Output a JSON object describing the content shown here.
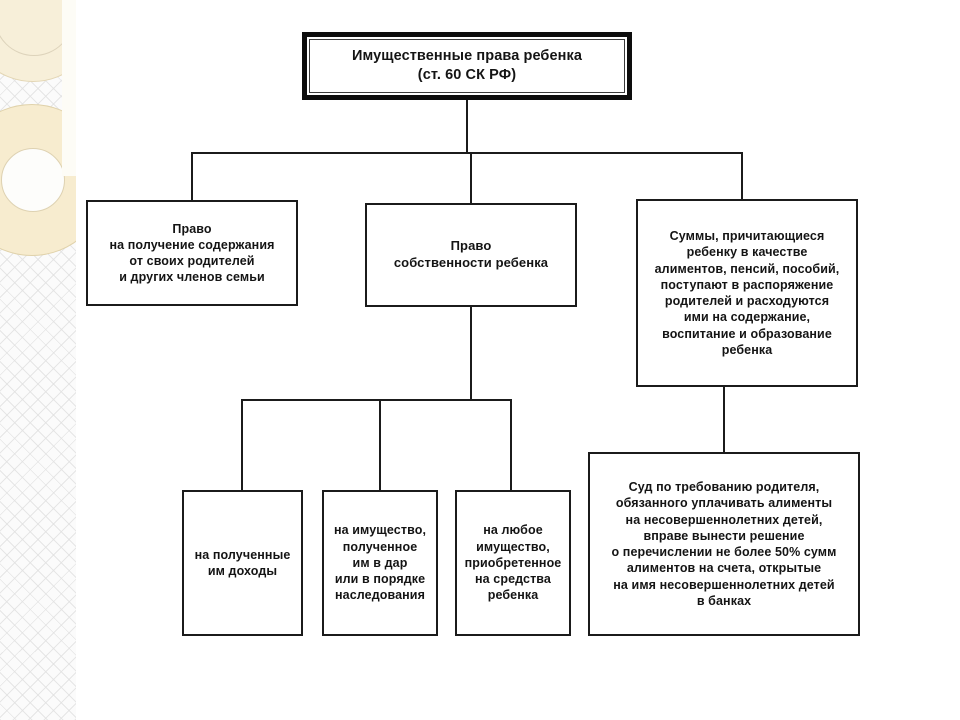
{
  "diagram": {
    "title": "Имущественные права ребенка",
    "root": {
      "label_line1": "Имущественные права ребенка",
      "label_line2": "(ст. 60 СК РФ)",
      "text": "Имущественные права ребенка\n(ст. 60 СК РФ)"
    },
    "level2": [
      {
        "id": "support",
        "text": "Право\nна получение содержания\nот своих родителей\nи других членов семьи"
      },
      {
        "id": "property",
        "text": "Право\nсобственности ребенка"
      },
      {
        "id": "sums",
        "text": "Суммы, причитающиеся\nребенку в качестве\nалиментов, пенсий, пособий,\nпоступают в распоряжение\nродителей и расходуются\nими на содержание,\nвоспитание и образование\nребенка"
      }
    ],
    "level3_property": [
      {
        "id": "income",
        "text": "на полученные\nим доходы"
      },
      {
        "id": "gift",
        "text": "на имущество,\nполученное\nим в дар\nили в порядке\nнаследования"
      },
      {
        "id": "purchased",
        "text": "на любое\nимущество,\nприобретенное\nна средства\nребенка"
      }
    ],
    "level3_sums": [
      {
        "id": "court",
        "text": "Суд по требованию родителя,\nобязанного уплачивать алименты\nна несовершеннолетних детей,\nвправе вынести решение\nо перечислении не более 50% сумм\nалиментов на счета, открытые\nна имя несовершеннолетних детей\nв банках"
      }
    ]
  },
  "colors": {
    "stroke": "#1b1b1b",
    "text": "#141414",
    "panel": "#ffffff",
    "texture": "#fbfbfb",
    "decor_cream": "#f7efd9",
    "decor_cream_alt": "#f7eccf"
  }
}
